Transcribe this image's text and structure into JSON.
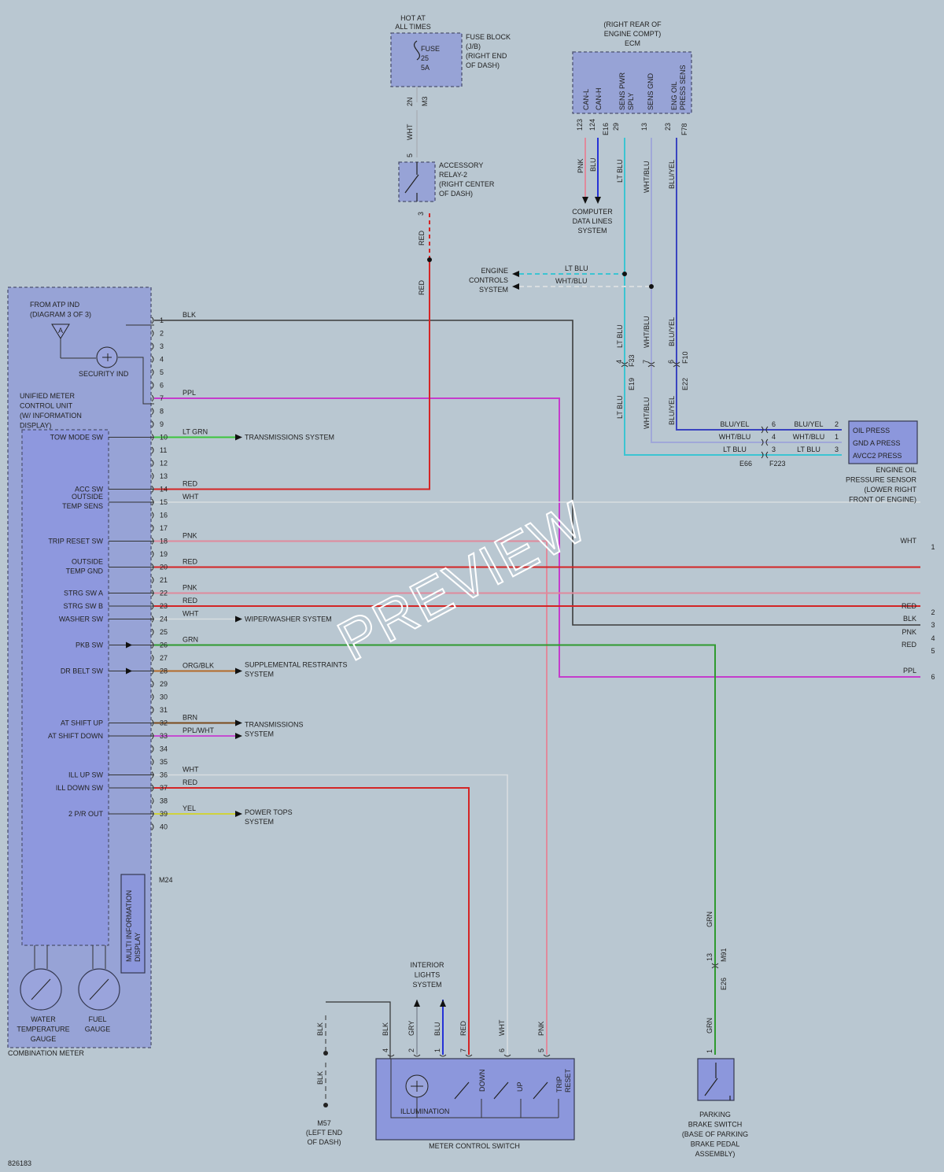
{
  "watermark": "PREVIEW",
  "diagram_id": "826183",
  "fuse_block": {
    "hot": [
      "HOT AT",
      "ALL TIMES"
    ],
    "fuse": [
      "FUSE",
      "25",
      "5A"
    ],
    "label": [
      "FUSE BLOCK",
      "(J/B)",
      "(RIGHT END",
      "OF DASH)"
    ],
    "pin": "2N",
    "connector": "M3"
  },
  "relay": {
    "label": [
      "ACCESSORY",
      "RELAY-2",
      "(RIGHT CENTER",
      "OF DASH)"
    ],
    "pin_top": "5",
    "pin_bottom": "3"
  },
  "ecm": {
    "header": [
      "(RIGHT REAR OF",
      "ENGINE COMPT)",
      "ECM"
    ],
    "terminals": [
      "CAN-L",
      "CAN-H",
      "SENS PWR SPLY",
      "SENS GND",
      "ENG OIL PRESS SENS"
    ],
    "pins": [
      "123",
      "124",
      "29",
      "13",
      "23"
    ],
    "connectors": [
      "E16",
      "F78"
    ]
  },
  "computer_data_lines": [
    "COMPUTER",
    "DATA LINES",
    "SYSTEM"
  ],
  "engine_controls": [
    "ENGINE",
    "CONTROLS",
    "SYSTEM"
  ],
  "inline_connectors": {
    "e19": "E19",
    "f33": "F33",
    "e22": "E22",
    "f10": "F10",
    "pin4": "4",
    "pin7": "7",
    "pin6": "6",
    "e66": "E66",
    "f223": "F223"
  },
  "oil_sensor": {
    "terminals": [
      "OIL PRESS",
      "GND A PRESS",
      "AVCC2 PRESS"
    ],
    "sensor_pins": [
      "2",
      "1",
      "3"
    ],
    "connector_pins": [
      "6",
      "4",
      "3"
    ],
    "label": [
      "ENGINE OIL",
      "PRESSURE SENSOR",
      "(LOWER RIGHT",
      "FRONT OF ENGINE)"
    ]
  },
  "combination_meter": {
    "from_atp": [
      "FROM ATP IND",
      "(DIAGRAM 3 OF 3)"
    ],
    "atp_symbol": "A",
    "security_ind": "SECURITY IND",
    "unified": [
      "UNIFIED METER",
      "CONTROL UNIT",
      "(W/ INFORMATION",
      "DISPLAY)"
    ],
    "internal_labels": [
      {
        "pin": 10,
        "lines": [
          "TOW MODE SW"
        ]
      },
      {
        "pin": 14,
        "lines": [
          "ACC SW"
        ]
      },
      {
        "pin": 15,
        "lines": [
          "OUTSIDE",
          "TEMP SENS"
        ]
      },
      {
        "pin": 18,
        "lines": [
          "TRIP RESET SW"
        ]
      },
      {
        "pin": 20,
        "lines": [
          "OUTSIDE",
          "TEMP GND"
        ]
      },
      {
        "pin": 22,
        "lines": [
          "STRG SW A"
        ]
      },
      {
        "pin": 23,
        "lines": [
          "STRG SW B"
        ]
      },
      {
        "pin": 24,
        "lines": [
          "WASHER SW"
        ]
      },
      {
        "pin": 26,
        "lines": [
          "PKB SW"
        ]
      },
      {
        "pin": 28,
        "lines": [
          "DR BELT SW"
        ]
      },
      {
        "pin": 32,
        "lines": [
          "AT SHIFT UP"
        ]
      },
      {
        "pin": 33,
        "lines": [
          "AT SHIFT DOWN"
        ]
      },
      {
        "pin": 36,
        "lines": [
          "ILL UP SW"
        ]
      },
      {
        "pin": 37,
        "lines": [
          "ILL DOWN SW"
        ]
      },
      {
        "pin": 39,
        "lines": [
          "2 P/R OUT"
        ]
      }
    ],
    "multi_info": [
      "MULTI INFORMATION",
      "DISPLAY"
    ],
    "water_gauge": [
      "WATER",
      "TEMPERATURE",
      "GAUGE"
    ],
    "fuel_gauge": [
      "FUEL",
      "GAUGE"
    ],
    "name": "COMBINATION METER",
    "connector": "M24",
    "pin_count": 40
  },
  "wire_labels": {
    "1": "BLK",
    "7": "PPL",
    "10": "LT GRN",
    "14": "RED",
    "15": "WHT",
    "18": "PNK",
    "20": "RED",
    "22": "PNK",
    "23": "RED",
    "24": "WHT",
    "26": "GRN",
    "28": "ORG/BLK",
    "32": "BRN",
    "33": "PPL/WHT",
    "36": "WHT",
    "37": "RED",
    "39": "YEL"
  },
  "destinations": {
    "transmissions_1": "TRANSMISSIONS SYSTEM",
    "wiper": "WIPER/WASHER SYSTEM",
    "srs": [
      "SUPPLEMENTAL RESTRAINTS",
      "SYSTEM"
    ],
    "transmissions_2": [
      "TRANSMISSIONS",
      "SYSTEM"
    ],
    "power_tops": [
      "POWER TOPS",
      "SYSTEM"
    ]
  },
  "right_edge": [
    {
      "label": "WHT",
      "num": "1"
    },
    {
      "label": "RED",
      "num": "2"
    },
    {
      "label": "BLK",
      "num": "3"
    },
    {
      "label": "PNK",
      "num": "4"
    },
    {
      "label": "RED",
      "num": "5"
    },
    {
      "label": "PPL",
      "num": "6"
    }
  ],
  "vertical_wire_labels": {
    "wht_fuse": "WHT",
    "red_relay": "RED",
    "red_long": "RED",
    "pnk": "PNK",
    "blu": "BLU",
    "lt_blu": "LT BLU",
    "wht_blu": "WHT/BLU",
    "blu_yel": "BLU/YEL",
    "grn": "GRN",
    "blk": "BLK",
    "gry": "GRY",
    "red": "RED",
    "wht": "WHT"
  },
  "ecm_branch_labels": {
    "lt_blu": "LT BLU",
    "wht_blu": "WHT/BLU"
  },
  "sensor_wire_labels": [
    "BLU/YEL",
    "WHT/BLU",
    "LT BLU"
  ],
  "interior_lights": [
    "INTERIOR",
    "LIGHTS",
    "SYSTEM"
  ],
  "meter_switch": {
    "name": "METER CONTROL SWITCH",
    "pins": [
      "4",
      "2",
      "1",
      "7",
      "6",
      "5"
    ],
    "switches": [
      "DOWN",
      "UP",
      "TRIP RESET"
    ],
    "illumination": "ILLUMINATION"
  },
  "ground": {
    "name": "M57",
    "location": [
      "(LEFT END",
      "OF DASH)"
    ]
  },
  "parking_brake": {
    "pin": "1",
    "inline_pin": "13",
    "connectors": [
      "M91",
      "E26"
    ],
    "label": [
      "PARKING",
      "BRAKE SWITCH",
      "(BASE OF PARKING",
      "BRAKE PEDAL",
      "ASSEMBLY)"
    ]
  },
  "colors": {
    "RED": "#d42525",
    "BLK": "#3c3c3c",
    "PPL": "#c43ccc",
    "LT_GRN": "#3cc43c",
    "WHT": "#d8dde0",
    "PNK": "#e08a9c",
    "GRN": "#2f9a2f",
    "ORG_BLK": "#b46a28",
    "BRN": "#7a4a1a",
    "PPL_WHT": "#c44cd0",
    "YEL": "#cfd23c",
    "BLU": "#2532d6",
    "LT_BLU": "#3cc4d2",
    "WHT_BLU": "#a0a8d8",
    "BLU_YEL": "#3a44c0",
    "GRY": "#909aa6"
  }
}
